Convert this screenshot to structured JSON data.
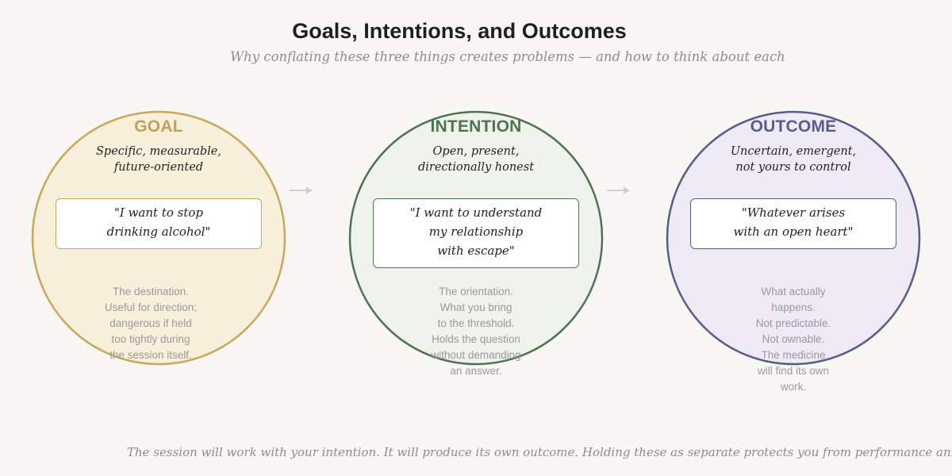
{
  "title": "Goals, Intentions, and Outcomes",
  "subtitle": "Why conflating these three things creates problems — and how to think about each",
  "circles": [
    {
      "label": "GOAL",
      "descriptor": [
        "Specific, measurable,",
        "future-oriented"
      ],
      "quote": [
        "\"I want to stop",
        "drinking alcohol\""
      ],
      "note": [
        "The destination.",
        "Useful for direction;",
        "dangerous if held",
        "too tightly during",
        "the session itself."
      ],
      "stroke": "#c9a75d",
      "fill": "#f9f0db",
      "label_color": "#c29f57"
    },
    {
      "label": "INTENTION",
      "descriptor": [
        "Open, present,",
        "directionally honest"
      ],
      "quote": [
        "\"I want to understand",
        "my relationship",
        "with escape\""
      ],
      "note": [
        "The orientation.",
        "What you bring",
        "to the threshold.",
        "Holds the question",
        "without demanding",
        "an answer."
      ],
      "stroke": "#4f7352",
      "fill": "#eef3ec",
      "label_color": "#4f7352"
    },
    {
      "label": "OUTCOME",
      "descriptor": [
        "Uncertain, emergent,",
        "not yours to control"
      ],
      "quote": [
        "\"Whatever arises",
        "with an open heart\""
      ],
      "note": [
        "What actually",
        "happens.",
        "Not predictable.",
        "Not ownable.",
        "The medicine",
        "will find its own",
        "work."
      ],
      "stroke": "#5c5a8c",
      "fill": "#eeebf6",
      "label_color": "#5c5a8c"
    }
  ],
  "footer": "The session will work with your intention. It will produce its own outcome. Holding these as separate protects you from performance anxiety."
}
